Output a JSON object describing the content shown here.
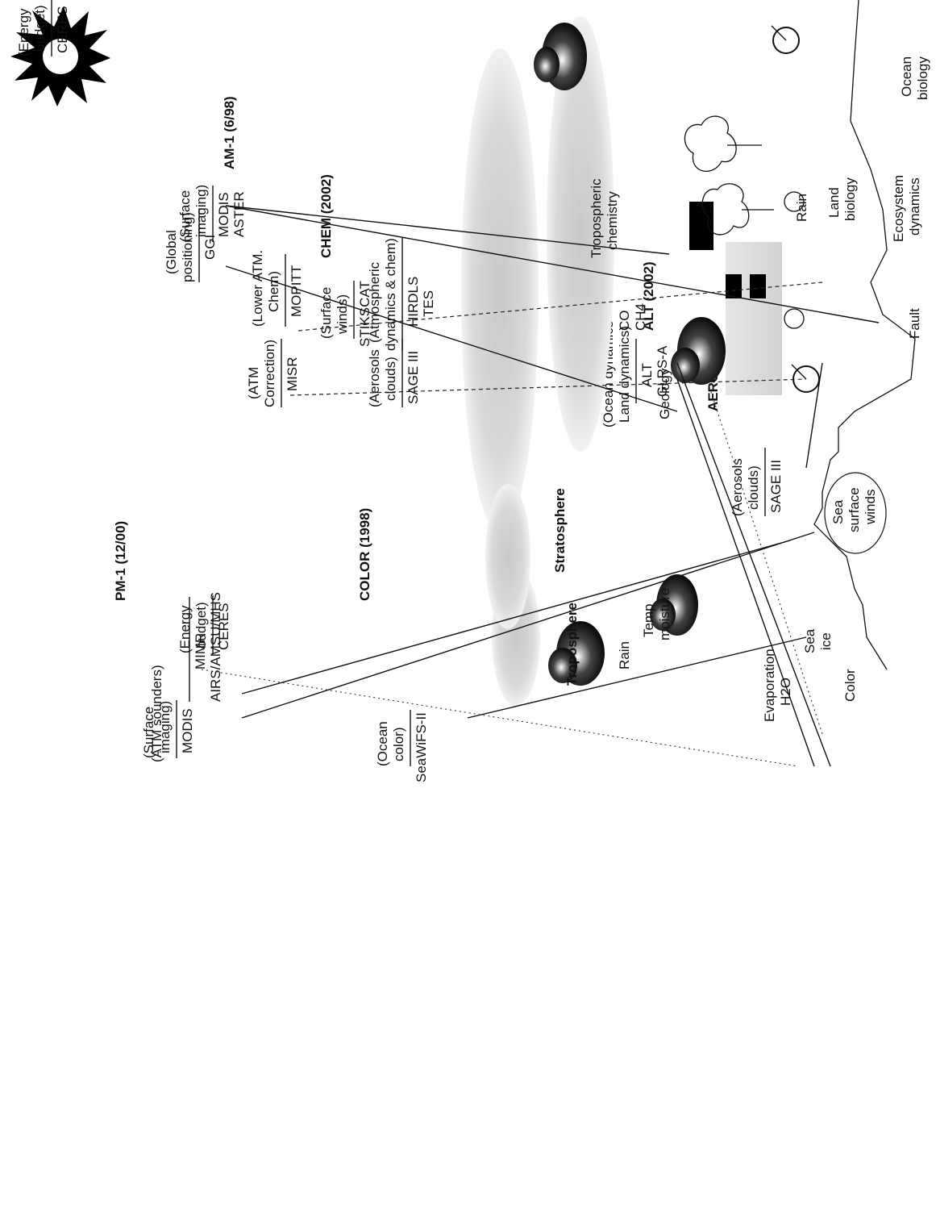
{
  "missions": [
    {
      "id": "am1",
      "title": "AM-1 (6/98)"
    },
    {
      "id": "pm1",
      "title": "PM-1 (12/00)"
    },
    {
      "id": "color",
      "title": "COLOR (1998)"
    },
    {
      "id": "aero",
      "title": "AERO (2000)"
    },
    {
      "id": "alt",
      "title": "ALT (2002)"
    },
    {
      "id": "chem",
      "title": "CHEM (2002)"
    }
  ],
  "instrument_groups": [
    {
      "id": "am1-energy",
      "category": [
        "(Energy",
        "budget)"
      ],
      "instruments": [
        "CERES"
      ]
    },
    {
      "id": "am1-surface",
      "category": [
        "(Surface",
        "imaging)"
      ],
      "instruments": [
        "MODIS",
        "ASTER"
      ]
    },
    {
      "id": "am1-chem",
      "category": [
        "(Lower ATM.",
        "Chem)"
      ],
      "instruments": [
        "MOPITT"
      ]
    },
    {
      "id": "am1-atm",
      "category": [
        "(ATM",
        "Correction)"
      ],
      "instruments": [
        "MISR"
      ]
    },
    {
      "id": "pm1-energy",
      "category": [
        "(Energy",
        "budget)"
      ],
      "instruments": [
        "CERES"
      ]
    },
    {
      "id": "pm1-surface",
      "category": [
        "(Surface",
        "imaging)"
      ],
      "instruments": [
        "MODIS"
      ]
    },
    {
      "id": "pm1-sounders",
      "category": [
        "(ATM sounders)"
      ],
      "instruments": [
        "MIMR",
        "AIRS/AMSU/MHS"
      ]
    },
    {
      "id": "color-ocean",
      "category": [
        "(Ocean",
        "color)"
      ],
      "instruments": [
        "SeaWiFS-II"
      ]
    },
    {
      "id": "aero-aerosols",
      "category": [
        "(Aerosols",
        "clouds)"
      ],
      "instruments": [
        "SAGE III"
      ]
    },
    {
      "id": "alt-ocean",
      "category": [
        "(Ocean dynamics",
        "Land dynamics)"
      ],
      "instruments": [
        "ALT",
        "GLRS-A"
      ]
    },
    {
      "id": "alt-global",
      "category": [
        "(Global",
        "positioning)"
      ],
      "instruments": [
        "GGI"
      ]
    },
    {
      "id": "chem-winds",
      "category": [
        "(Surface",
        "winds)"
      ],
      "instruments": [
        "STIKSCAT"
      ]
    },
    {
      "id": "chem-atm",
      "category": [
        "(Atmospheric",
        "dynamics & chem)"
      ],
      "instruments": [
        "HIRDLS",
        "TES"
      ]
    },
    {
      "id": "chem-aerosols",
      "category": [
        "(Aerosols",
        "clouds)"
      ],
      "instruments": [
        "SAGE III"
      ]
    }
  ],
  "phenomena": {
    "rain_1": "Rain",
    "ecosystem": [
      "Ecosystem",
      "dynamics"
    ],
    "ocean_biology": [
      "Ocean",
      "biology"
    ],
    "land_biology": [
      "Land",
      "biology"
    ],
    "co_ch4": [
      "CO",
      "CH4"
    ],
    "geology": "Geology",
    "sea_ice": [
      "Sea",
      "ice"
    ],
    "rain_2": "Rain",
    "color": "Color",
    "troposphere": "Troposphere",
    "evaporation": [
      "Evaporation",
      "H2O"
    ],
    "stratosphere": "Stratosphere",
    "temp": [
      "Temp",
      "moisture"
    ],
    "sea_winds": [
      "Sea",
      "surface",
      "winds"
    ],
    "trop_chem": [
      "Tropospheric",
      "chemistry"
    ],
    "fault": "Fault"
  },
  "icons": [
    "sun-icon",
    "cloud-icon",
    "tree-icon",
    "satellite-dish-icon",
    "factory-icon",
    "circulation-arrows-icon"
  ],
  "colors": {
    "ink": "#111111",
    "cloud_gray": "#b9b9b9",
    "background": "#ffffff"
  }
}
